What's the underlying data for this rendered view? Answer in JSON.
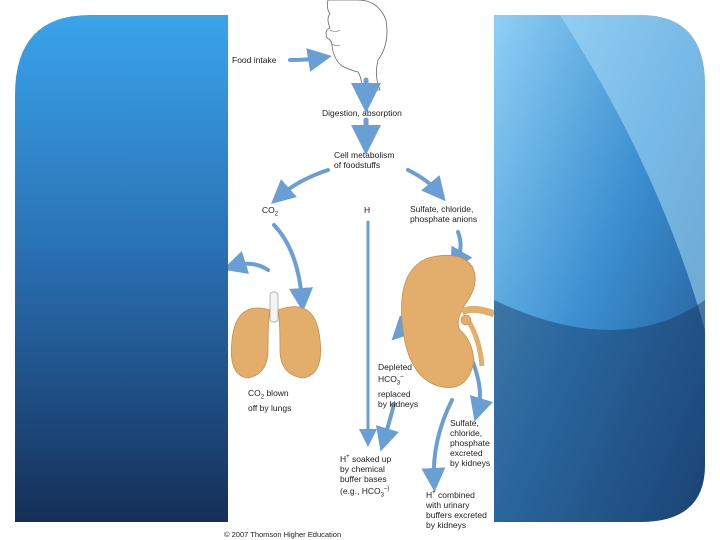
{
  "slide": {
    "colors": {
      "dark_blue": "#163660",
      "mid_blue": "#2b73b8",
      "light_blue": "#5db8f0",
      "pale_blue": "#a9dcfa",
      "arrow_blue": "#6a9fd6",
      "organ_tan": "#e3ad6c",
      "organ_edge": "#c98f4c"
    }
  },
  "diagram": {
    "labels": {
      "food_intake": "Food intake",
      "digestion": "Digestion, absorption",
      "cell_metabolism": "Cell metabolism\nof foodstuffs",
      "co2": "CO",
      "co2_sub": "2",
      "h": "H",
      "sulfate_anions": "Sulfate, chloride,\nphosphate anions",
      "co2_blown": "CO",
      "co2_blown_sub": "2",
      "co2_blown_rest": " blown\noff by lungs",
      "depleted": "Depleted\nHCO",
      "depleted_sub": "3",
      "depleted_sup": "–",
      "depleted_rest": "replaced\nby kidneys",
      "sulfate_excreted": "Sulfate,\nchloride,\nphosphate\nexcreted\nby kidneys",
      "h_soaked": "H",
      "h_soaked_sup": "+",
      "h_soaked_rest": " soaked up\nby chemical\nbuffer bases\n(e.g., HCO",
      "h_soaked_sub": "3",
      "h_soaked_end": "–)",
      "h_combined": "H",
      "h_combined_sup": "+",
      "h_combined_rest": " combined\nwith urinary\nbuffers excreted\nby kidneys",
      "copyright": "© 2007 Thomson Higher Education"
    },
    "icons": [
      "head-icon",
      "lungs-icon",
      "kidney-icon",
      "flow-arrow-icon"
    ]
  }
}
